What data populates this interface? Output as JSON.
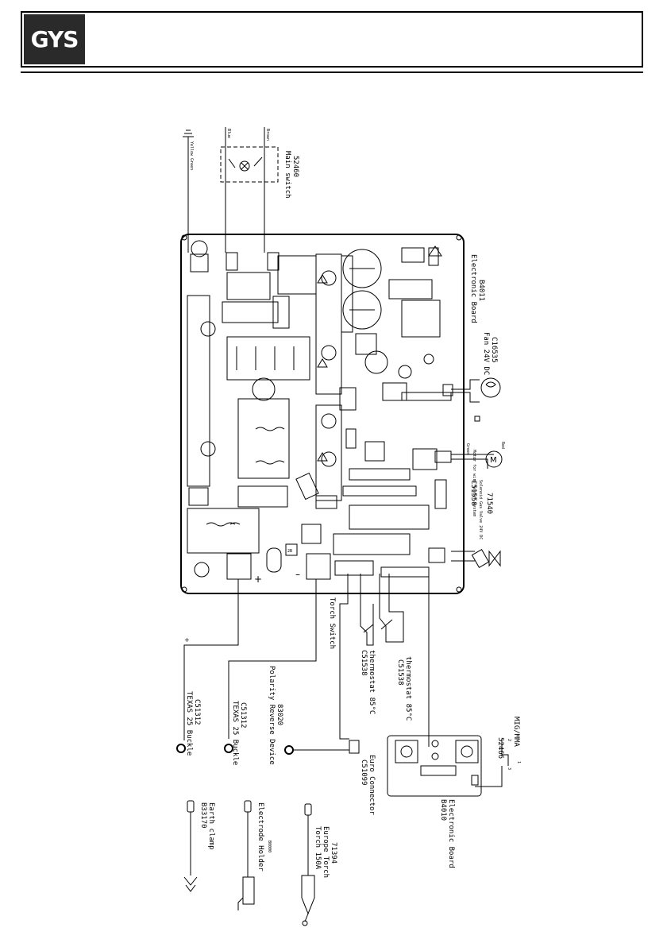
{
  "header": {
    "logo_text": "GYS"
  },
  "board": {
    "label_name": "Electronic Board",
    "label_ref": "B4011",
    "polarity_plus": "+",
    "polarity_minus": "–",
    "chip_label": "2B"
  },
  "main_switch": {
    "name": "Main switch",
    "ref": "52460",
    "wire_left": "Blue",
    "wire_right": "Brown",
    "earth_wire": "Yellow Green"
  },
  "fan": {
    "name": "Fan 24V DC",
    "ref": "C16535"
  },
  "motor": {
    "name": "Motor for wire feeder system",
    "ref": "C51550",
    "wire_plus": "Red",
    "wire_minus": "Green",
    "symbol": "M"
  },
  "gas_valve": {
    "name": "Solenoid Gas Valve 24V DC",
    "ref": "71540"
  },
  "torch_switch": {
    "name": "Torch Switch"
  },
  "thermostat_1": {
    "ref": "C51538",
    "name": "thermostat 85°C"
  },
  "thermostat_2": {
    "ref": "C51538",
    "name": "thermostat 85°C"
  },
  "texas_plus": {
    "name": "TEXAS 25 Buckle",
    "ref": "C51312",
    "polarity": "+"
  },
  "texas_minus": {
    "name": "TEXAS 25 Buckle",
    "ref": "C51312"
  },
  "polarity_device": {
    "name": "Polarity Reverse Device",
    "ref": "83020"
  },
  "euro_connector": {
    "ref": "C51099",
    "name": "Euro Connector"
  },
  "selector": {
    "name": "MIG/MMA",
    "ref": "52466",
    "pos_1": "1",
    "pos_2": "2",
    "pos_3": "3"
  },
  "second_board": {
    "ref": "B4010",
    "name": "Electronic Board"
  },
  "earth_clamp": {
    "ref": "B33170",
    "name": "Earth clamp"
  },
  "electrode_holder": {
    "name": "Electrode Holder",
    "ref": "B0000"
  },
  "torch": {
    "name": "Torch 150A",
    "type": "Europe Torch",
    "ref": "71394"
  }
}
